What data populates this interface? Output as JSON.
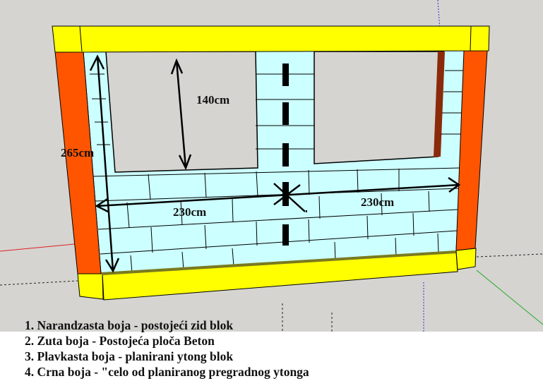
{
  "colors": {
    "background": "#d5d4d1",
    "existing_wall": "#ff5500",
    "concrete_slab": "#ffff00",
    "ytong_block": "#ccffff",
    "partition_face": "#000000"
  },
  "dimensions": {
    "height_label": "265cm",
    "window_height_label": "140cm",
    "left_width_label": "230cm",
    "right_width_label": "230cm"
  },
  "legend": [
    "1. Narandzasta boja - postojeći zid blok",
    "2. Zuta boja - Postojeća ploča Beton",
    "3. Plavkasta boja - planirani ytong blok",
    "4. Crna boja - \"celo od planiranog pregradnog ytonga"
  ]
}
